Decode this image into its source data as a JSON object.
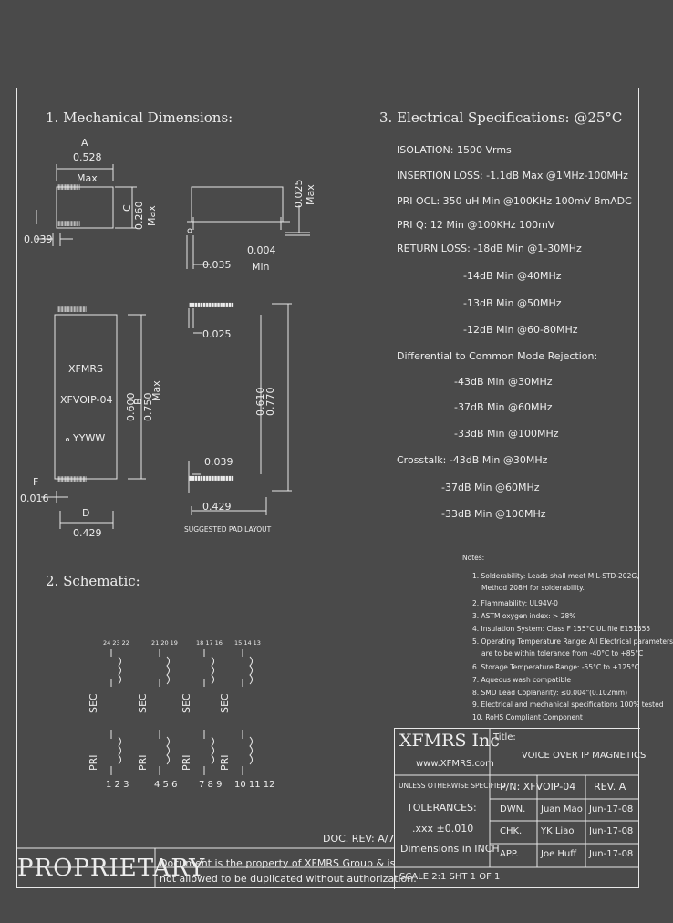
{
  "sections": {
    "mech": "1. Mechanical Dimensions:",
    "elec": "3. Electrical Specifications: @25°C",
    "schem": "2. Schematic:"
  },
  "dims": {
    "a_letter": "A",
    "a_val": "0.528",
    "a_max": "Max",
    "c_letter": "C",
    "c_val": "0.260",
    "c_max": "Max",
    "pin_w": "0.039",
    "lead_h": "0.025",
    "lead_max": "Max",
    "pitch": "0.035",
    "standoff": "0.004",
    "standoff_min": "Min",
    "pad_w": "0.025",
    "pad_l": "0.039",
    "pad_span": "0.429",
    "b_letter": "B",
    "b_val1": "0.600",
    "b_val2": "0.750",
    "b_max": "Max",
    "e_val1": "0.610",
    "e_val2": "0.770",
    "f_letter": "F",
    "f_val": "0.016",
    "d_letter": "D",
    "d_val": "0.429",
    "brand": "XFMRS",
    "part": "XFVOIP-04",
    "date_code": "YYWW",
    "pad_layout": "SUGGESTED PAD LAYOUT"
  },
  "electrical": [
    "ISOLATION: 1500 Vrms",
    "INSERTION LOSS: -1.1dB Max @1MHz-100MHz",
    "PRI OCL: 350 uH Min @100KHz 100mV 8mADC",
    "PRI Q: 12 Min @100KHz 100mV",
    "RETURN LOSS: -18dB Min @1-30MHz",
    "-14dB Min @40MHz",
    "-13dB Min @50MHz",
    "-12dB Min @60-80MHz",
    "Differential to Common Mode Rejection:",
    "-43dB Min @30MHz",
    "-37dB Min @60MHz",
    "-33dB Min @100MHz",
    "Crosstalk: -43dB Min @30MHz",
    "-37dB Min @60MHz",
    "-33dB Min @100MHz"
  ],
  "notes_title": "Notes:",
  "notes": [
    "1. Solderability: Leads shall meet MIL-STD-202G,",
    "Method 208H for solderability.",
    "2. Flammability: UL94V-0",
    "3. ASTM oxygen index: > 28%",
    "4. Insulation System: Class F 155°C UL file E151555",
    "5. Operating Temperature Range: All Electrical parameters",
    "are to be within tolerance from -40°C to +85°C",
    "6. Storage Temperature Range: -55°C to +125°C",
    "7. Aqueous wash compatible",
    "8. SMD Lead Coplanarity: ≤0.004\"(0.102mm)",
    "9. Electrical and mechanical specifications 100% tested",
    "10. RoHS Compliant Component"
  ],
  "schematic": {
    "top_pins": [
      "24 23 22",
      "21 20 19",
      "18 17 16",
      "15 14 13"
    ],
    "bottom_pins": [
      "1 2 3",
      "4 5 6",
      "7 8 9",
      "10 11 12"
    ],
    "sec": [
      "SEC",
      "SEC",
      "SEC",
      "SEC"
    ],
    "pri": [
      "PRI",
      "PRI",
      "PRI",
      "PRI"
    ]
  },
  "title_block": {
    "company": "XFMRS Inc",
    "website": "www.XFMRS.com",
    "title_label": "Title:",
    "title": "VOICE OVER IP MAGNETICS",
    "tol_header": "UNLESS OTHERWISE SPECIFIED",
    "tol_label": "TOLERANCES:",
    "tol_value": ".xxx ±0.010",
    "units": "Dimensions in INCH",
    "pn": "P/N: XFVOIP-04",
    "rev": "REV. A",
    "dwn_label": "DWN.",
    "dwn_name": "Juan Mao",
    "dwn_date": "Jun-17-08",
    "chk_label": "CHK.",
    "chk_name": "YK Liao",
    "chk_date": "Jun-17-08",
    "app_label": "APP.",
    "app_name": "Joe Huff",
    "app_date": "Jun-17-08",
    "scale": "SCALE 2:1 SHT 1 OF 1",
    "doc_rev": "DOC. REV: A/7"
  },
  "proprietary": {
    "word": "PROPRIETARY",
    "line1": "Document is the property of XFMRS Group & is",
    "line2": "not allowed to be duplicated without authorization."
  }
}
